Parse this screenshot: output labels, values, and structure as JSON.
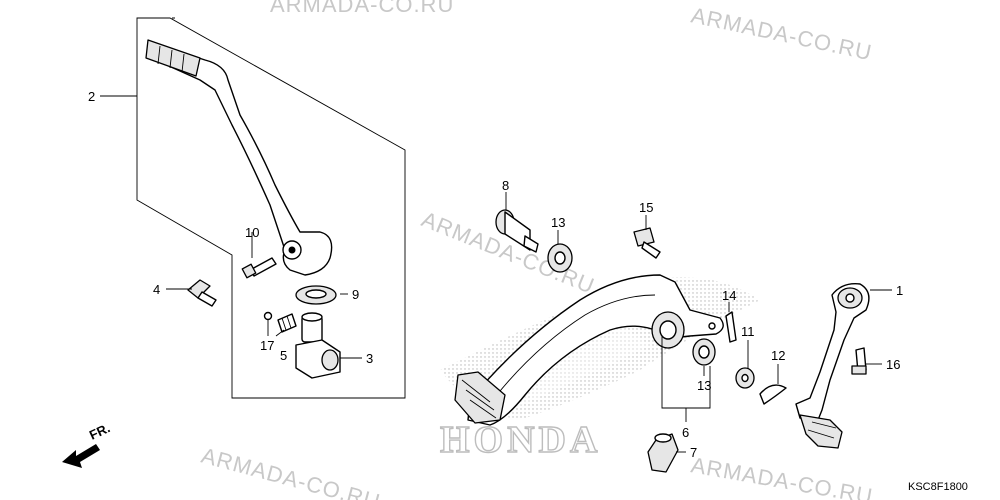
{
  "watermark": "ARMADA-CO.RU",
  "brand_logo_text": "HONDA",
  "diagram_code": "KSC8F1800",
  "direction_label": "FR.",
  "callouts": {
    "c1": "1",
    "c2": "2",
    "c3": "3",
    "c4": "4",
    "c5": "5",
    "c6": "6",
    "c7": "7",
    "c8": "8",
    "c9": "9",
    "c10": "10",
    "c11": "11",
    "c12": "12",
    "c13a": "13",
    "c13b": "13",
    "c14": "14",
    "c15": "15",
    "c16": "16",
    "c17": "17"
  }
}
